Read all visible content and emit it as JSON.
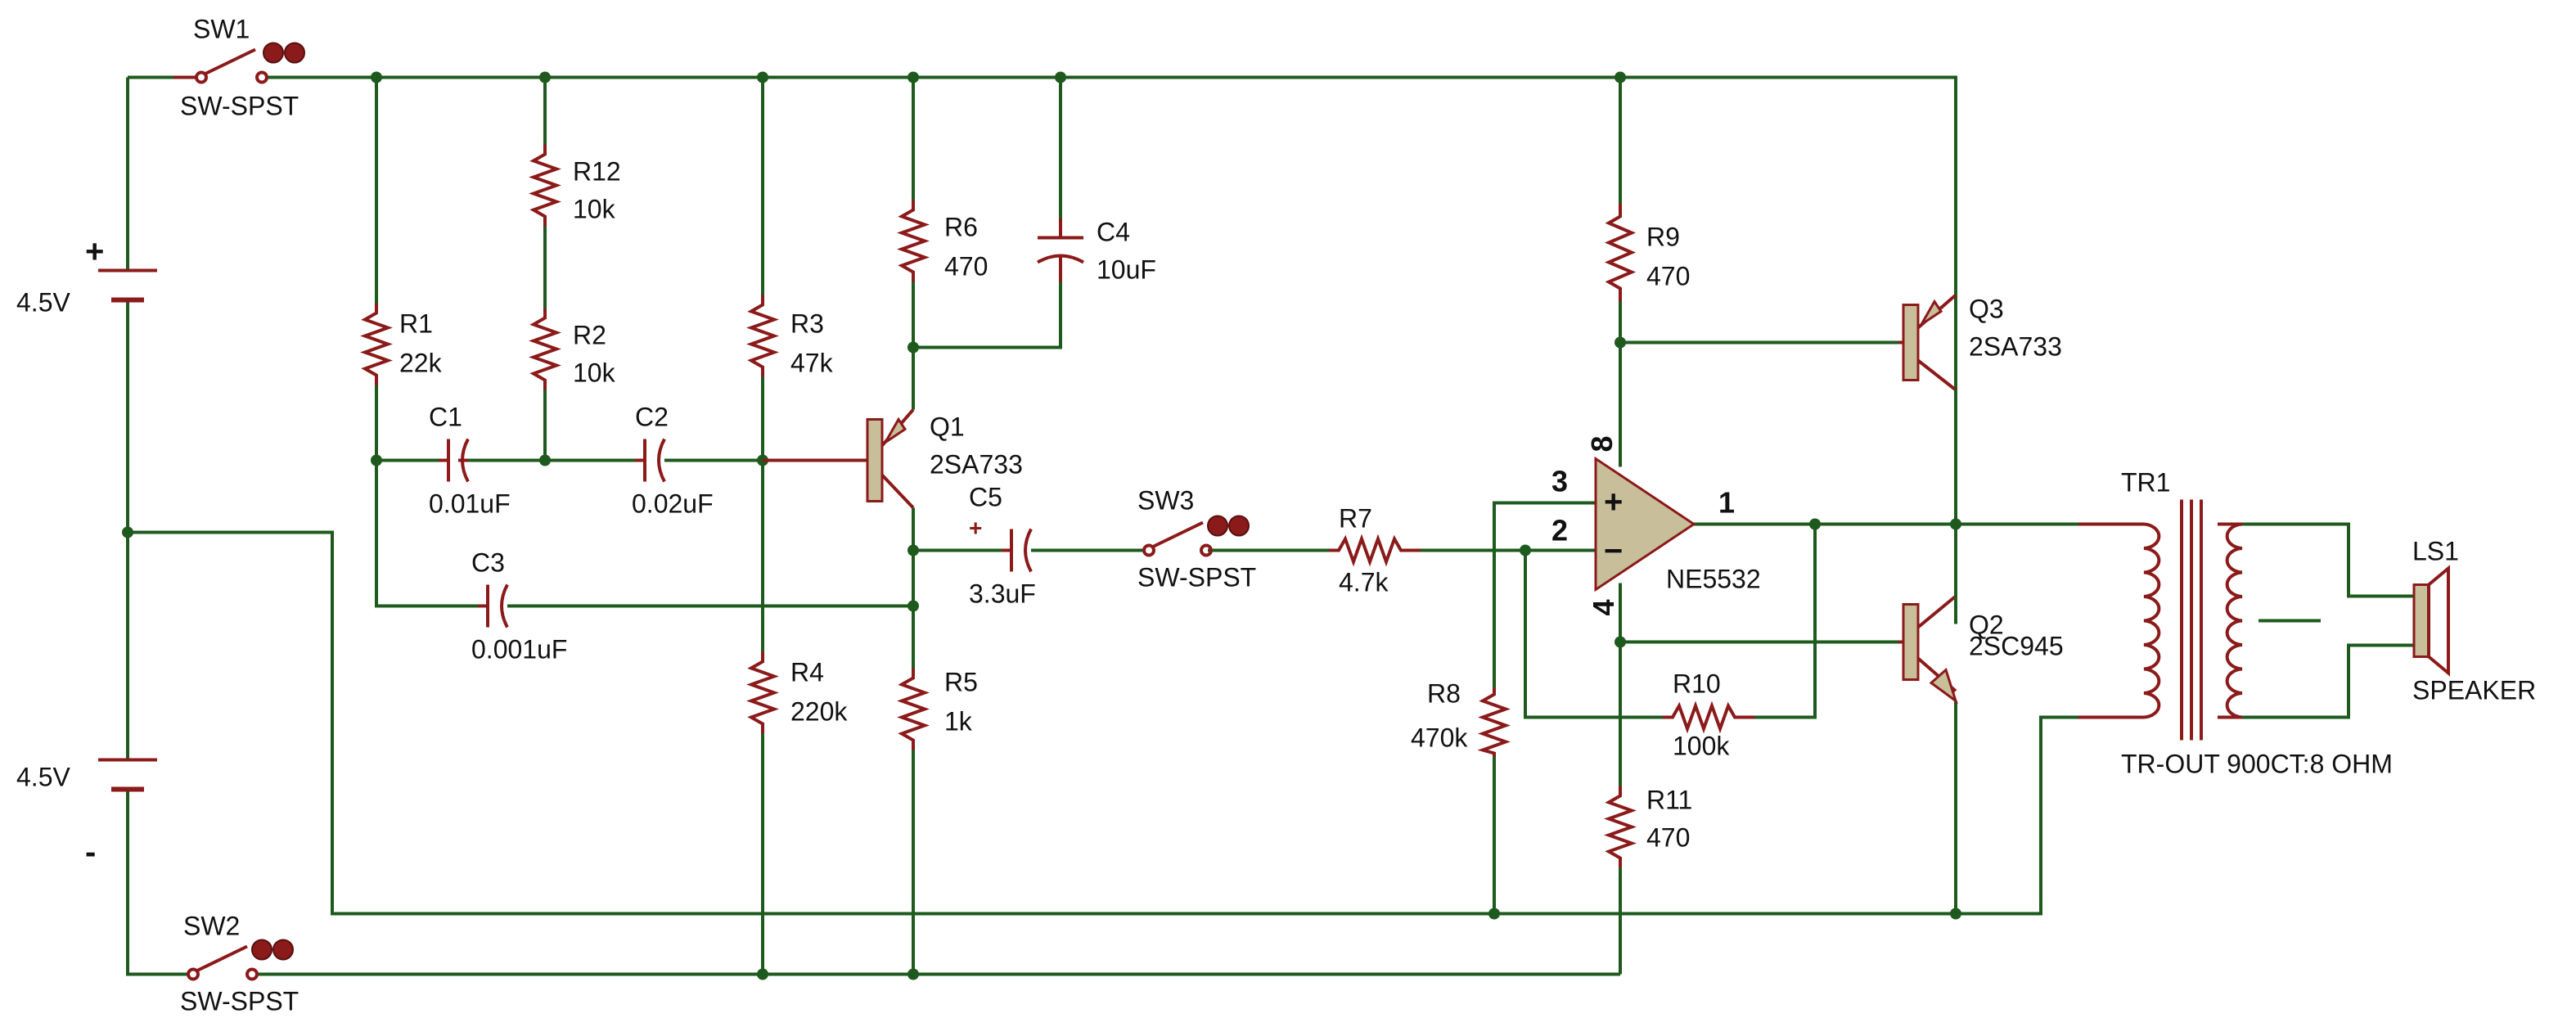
{
  "colors": {
    "wire": "#1e5a1e",
    "component": "#8b1a1a",
    "body": "#c8bf9a"
  },
  "battery": {
    "upper": {
      "voltage": "4.5V",
      "polarity": "+"
    },
    "lower": {
      "voltage": "4.5V",
      "polarity": "-"
    }
  },
  "switches": {
    "sw1": {
      "ref": "SW1",
      "type": "SW-SPST"
    },
    "sw2": {
      "ref": "SW2",
      "type": "SW-SPST"
    },
    "sw3": {
      "ref": "SW3",
      "type": "SW-SPST"
    }
  },
  "resistors": {
    "r1": {
      "ref": "R1",
      "value": "22k"
    },
    "r2": {
      "ref": "R2",
      "value": "10k"
    },
    "r3": {
      "ref": "R3",
      "value": "47k"
    },
    "r4": {
      "ref": "R4",
      "value": "220k"
    },
    "r5": {
      "ref": "R5",
      "value": "1k"
    },
    "r6": {
      "ref": "R6",
      "value": "470"
    },
    "r7": {
      "ref": "R7",
      "value": "4.7k"
    },
    "r8": {
      "ref": "R8",
      "value": "470k"
    },
    "r9": {
      "ref": "R9",
      "value": "470"
    },
    "r10": {
      "ref": "R10",
      "value": "100k"
    },
    "r11": {
      "ref": "R11",
      "value": "470"
    },
    "r12": {
      "ref": "R12",
      "value": "10k"
    }
  },
  "capacitors": {
    "c1": {
      "ref": "C1",
      "value": "0.01uF"
    },
    "c2": {
      "ref": "C2",
      "value": "0.02uF"
    },
    "c3": {
      "ref": "C3",
      "value": "0.001uF"
    },
    "c4": {
      "ref": "C4",
      "value": "10uF"
    },
    "c5": {
      "ref": "C5",
      "value": "3.3uF",
      "polarity": "+"
    }
  },
  "transistors": {
    "q1": {
      "ref": "Q1",
      "part": "2SA733"
    },
    "q2": {
      "ref": "Q2",
      "part": "2SC945"
    },
    "q3": {
      "ref": "Q3",
      "part": "2SA733"
    }
  },
  "opamp": {
    "ref": "NE5532",
    "pins": {
      "noninv": "3",
      "inv": "2",
      "out": "1",
      "vcc": "8",
      "gnd": "4"
    },
    "signs": {
      "plus": "+",
      "minus": "−"
    }
  },
  "transformer": {
    "ref": "TR1",
    "part": "TR-OUT 900CT:8 OHM"
  },
  "speaker": {
    "ref": "LS1",
    "part": "SPEAKER"
  }
}
